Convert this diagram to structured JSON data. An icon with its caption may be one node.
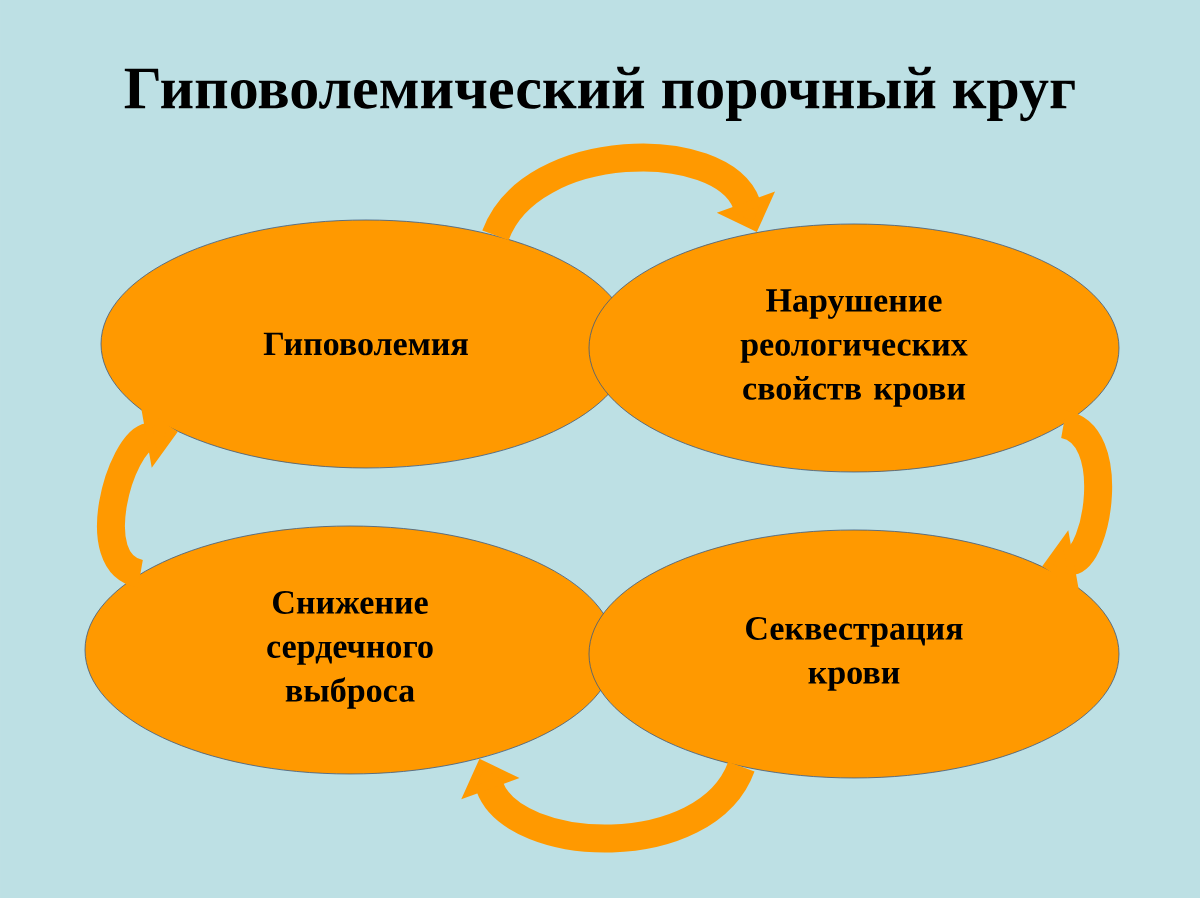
{
  "diagram": {
    "title": "Гиповолемический порочный круг",
    "nodes": [
      {
        "text": [
          "Гиповолемия"
        ]
      },
      {
        "text": [
          "Нарушение реологических свойств крови"
        ]
      },
      {
        "text": [
          "Снижение сердечного выброса"
        ]
      },
      {
        "text": [
          "Секвестрация крови"
        ]
      }
    ],
    "edges": [
      {
        "from": 0,
        "to": 1,
        "arrow": "to"
      },
      {
        "from": 1,
        "to": 3,
        "arrow": "to"
      },
      {
        "from": 3,
        "to": 2,
        "arrow": "to"
      },
      {
        "from": 2,
        "to": 0,
        "arrow": "to"
      }
    ]
  }
}
